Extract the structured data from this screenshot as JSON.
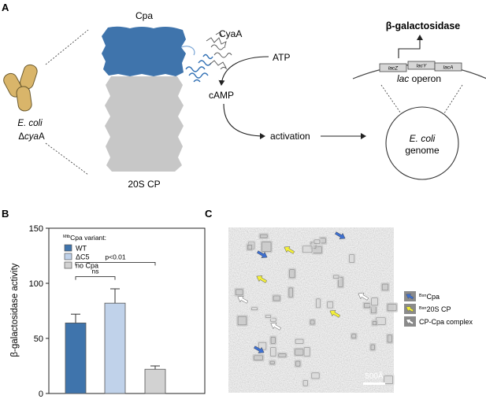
{
  "panel_a": {
    "letter": "A",
    "cpa_label": "Cpa",
    "cyaa_label": "CyaA",
    "cp_label": "20S CP",
    "ecoli_label": "E. coli",
    "delta_prefix": "Δ",
    "cya_italic": "cya",
    "cya_suffix": "A",
    "atp_label": "ATP",
    "camp_label": "cAMP",
    "activation_label": "activation",
    "bgal_label": "β-galactosidase",
    "genes": [
      "lacZ",
      "lacY",
      "lacA"
    ],
    "lac_italic": "lac",
    "operon_label": " operon",
    "genome_line1": "E. coli",
    "genome_line2": "genome",
    "colors": {
      "cpa": "#3f74ac",
      "cp": "#c7c7c7",
      "cell": "#d9b56a"
    }
  },
  "panel_b": {
    "letter": "B",
    "chart_data": {
      "type": "bar",
      "ylabel": "β-galactosidase activity",
      "ylim": [
        0,
        150
      ],
      "yticks": [
        0,
        50,
        100,
        150
      ],
      "legend_title_sup": "Mtb",
      "legend_title": "Cpa variant:",
      "series": [
        {
          "name": "WT",
          "value": 64,
          "error": 8,
          "color": "#3f74ac"
        },
        {
          "name": "ΔC5",
          "value": 82,
          "error": 13,
          "color": "#c0d2ea"
        },
        {
          "name": "no Cpa",
          "value": 22,
          "error": 3,
          "color": "#d2d2d2"
        }
      ],
      "annotations": [
        {
          "from": 0,
          "to": 1,
          "text": "ns",
          "y": 106
        },
        {
          "from": 0,
          "to": 2,
          "text": "p<0.01",
          "y": 119
        }
      ]
    }
  },
  "panel_c": {
    "letter": "C",
    "scale_label": "500Å",
    "legend": [
      {
        "sup": "Bsn",
        "text": "Cpa",
        "color": "#3d6fd0"
      },
      {
        "sup": "Bsn",
        "text": "20S CP",
        "color": "#f4f03a"
      },
      {
        "sup": "",
        "text": "CP-Cpa complex",
        "color": "#ffffff"
      }
    ]
  }
}
